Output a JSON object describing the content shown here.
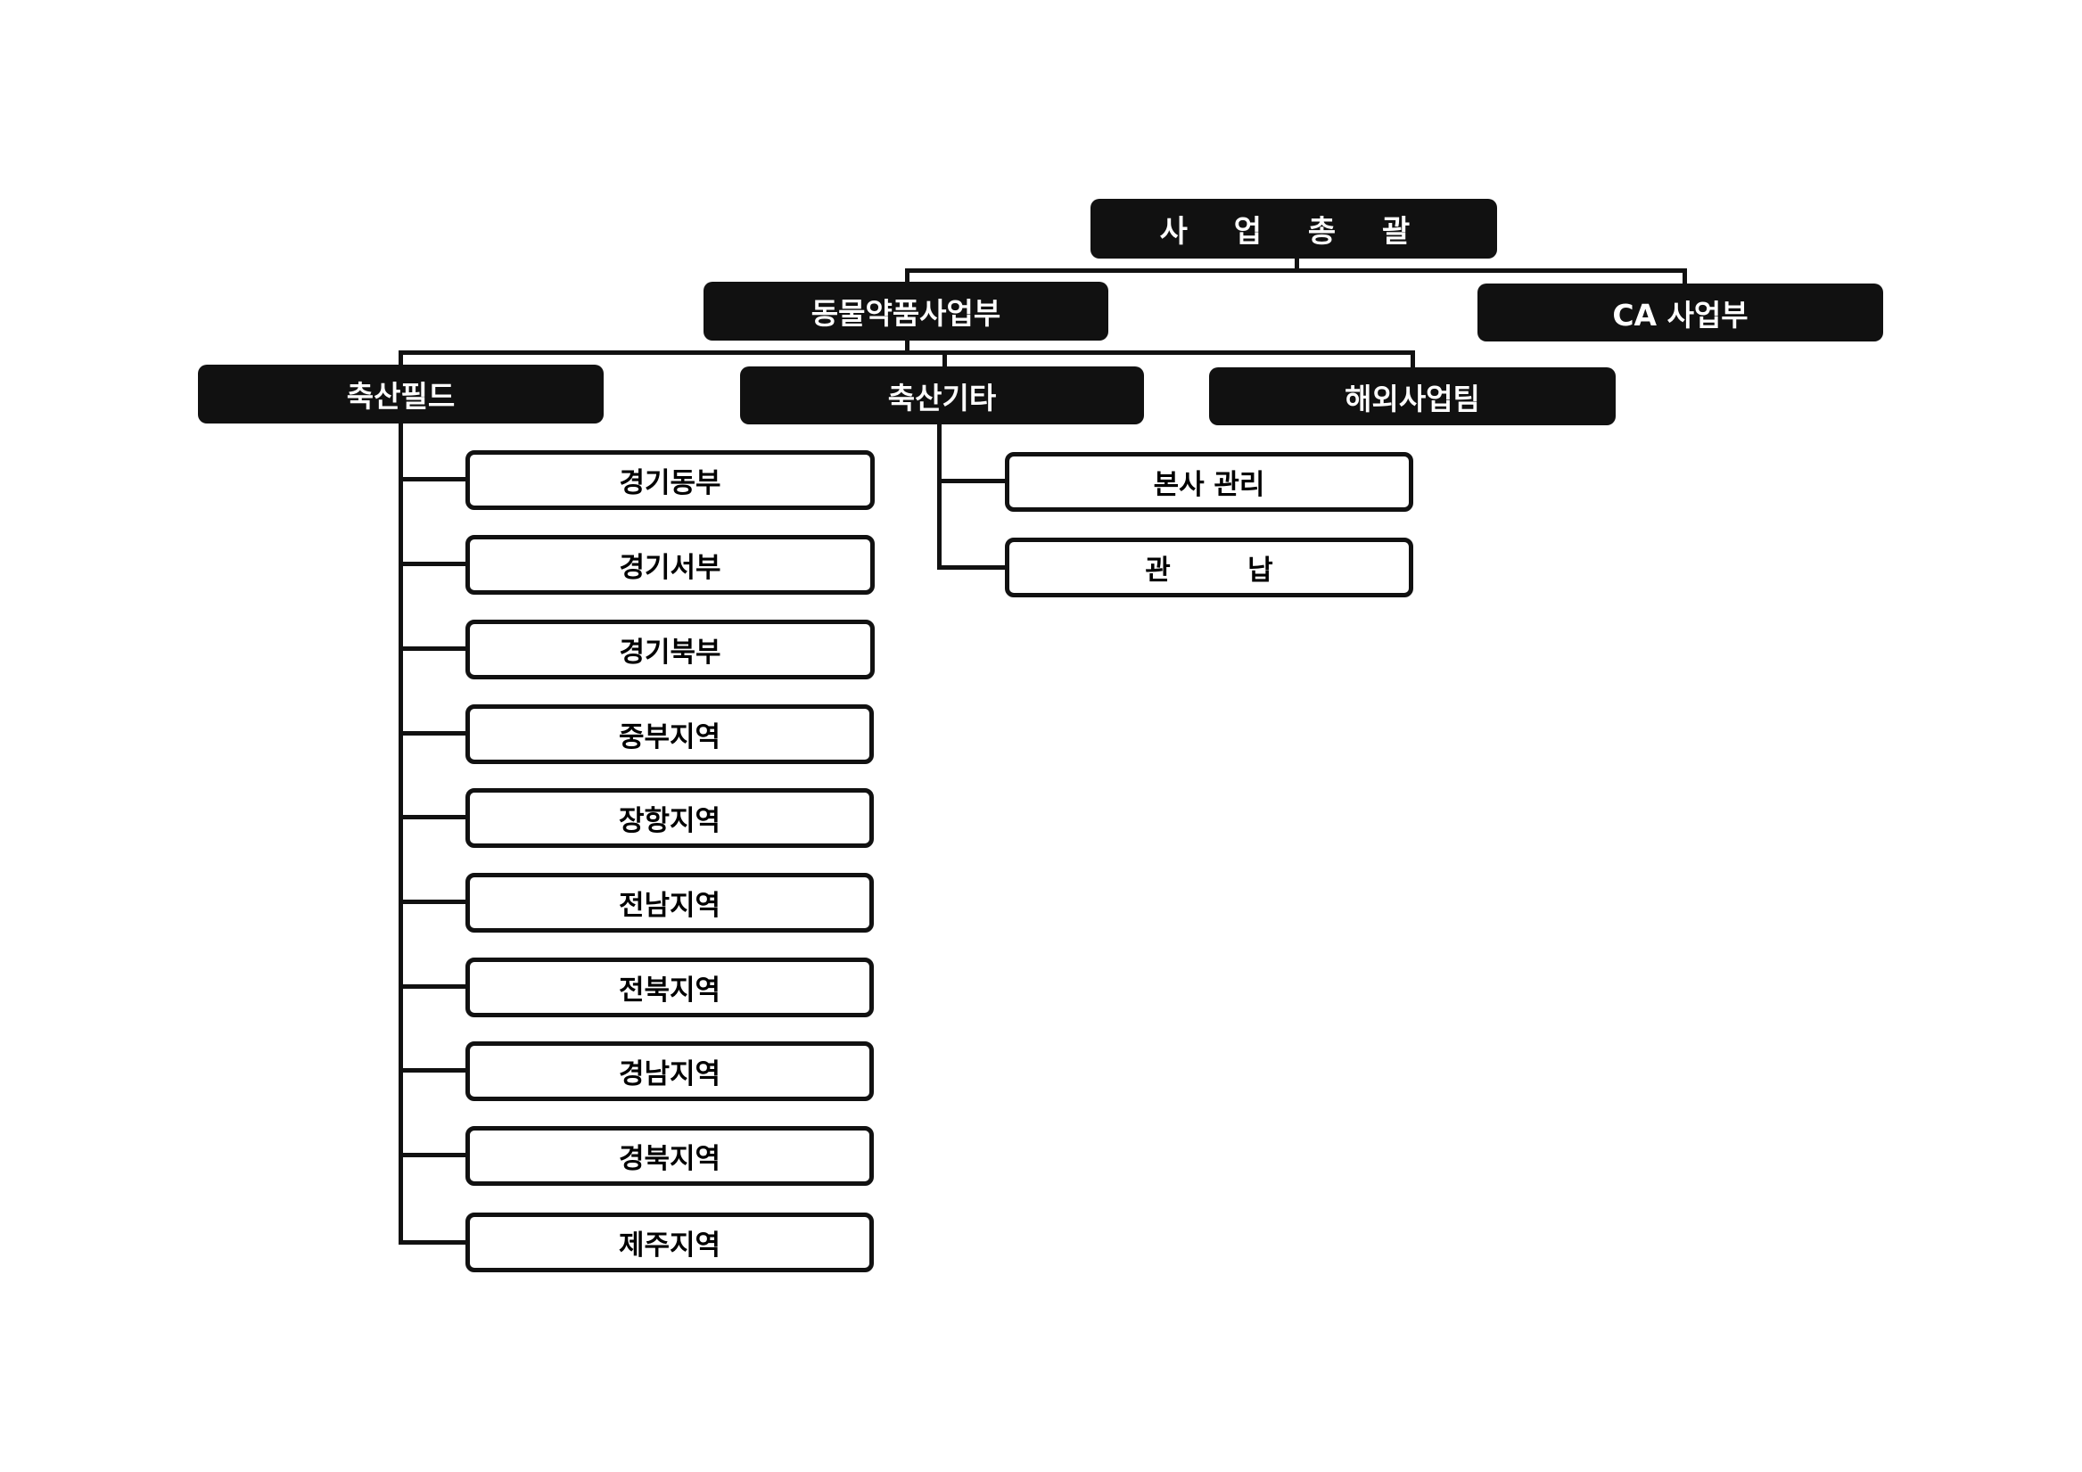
{
  "org_chart": {
    "top": {
      "label": "사 업 총 괄"
    },
    "divisions": [
      {
        "label": "동물약품사업부"
      },
      {
        "label": "CA 사업부"
      }
    ],
    "teams": [
      {
        "label": "축산필드"
      },
      {
        "label": "축산기타"
      },
      {
        "label": "해외사업팀"
      }
    ],
    "field_regions": [
      {
        "label": "경기동부"
      },
      {
        "label": "경기서부"
      },
      {
        "label": "경기북부"
      },
      {
        "label": "중부지역"
      },
      {
        "label": "장항지역"
      },
      {
        "label": "전남지역"
      },
      {
        "label": "전북지역"
      },
      {
        "label": "경남지역"
      },
      {
        "label": "경북지역"
      },
      {
        "label": "제주지역"
      }
    ],
    "other_units": [
      {
        "label": "본사 관리"
      },
      {
        "label": "관        납"
      }
    ]
  }
}
